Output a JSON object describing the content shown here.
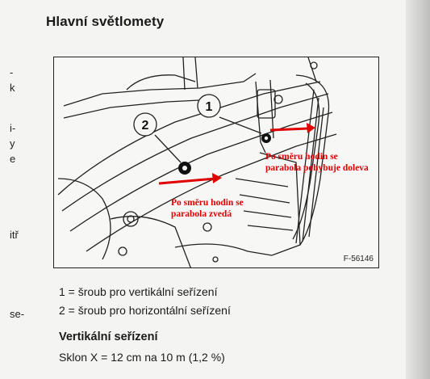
{
  "title": "Hlavní světlomety",
  "margin_fragments": [
    "-",
    "k",
    "i-",
    "y",
    "e",
    "itř",
    "se-"
  ],
  "figure": {
    "callouts": [
      "1",
      "2"
    ],
    "code": "F-56146",
    "annotations": [
      {
        "line1": "Po směru hodin se",
        "line2": "parabola pohybuje doleva"
      },
      {
        "line1": "Po směru hodin se",
        "line2": "parabola zvedá"
      }
    ],
    "arrow_color": "#e00000"
  },
  "legend": [
    "1 = šroub pro vertikální seřízení",
    "2 = šroub pro horizontální seřízení"
  ],
  "section": {
    "heading": "Vertikální seřízení",
    "spec": "Sklon X = 12 cm na 10 m (1,2 %)"
  }
}
